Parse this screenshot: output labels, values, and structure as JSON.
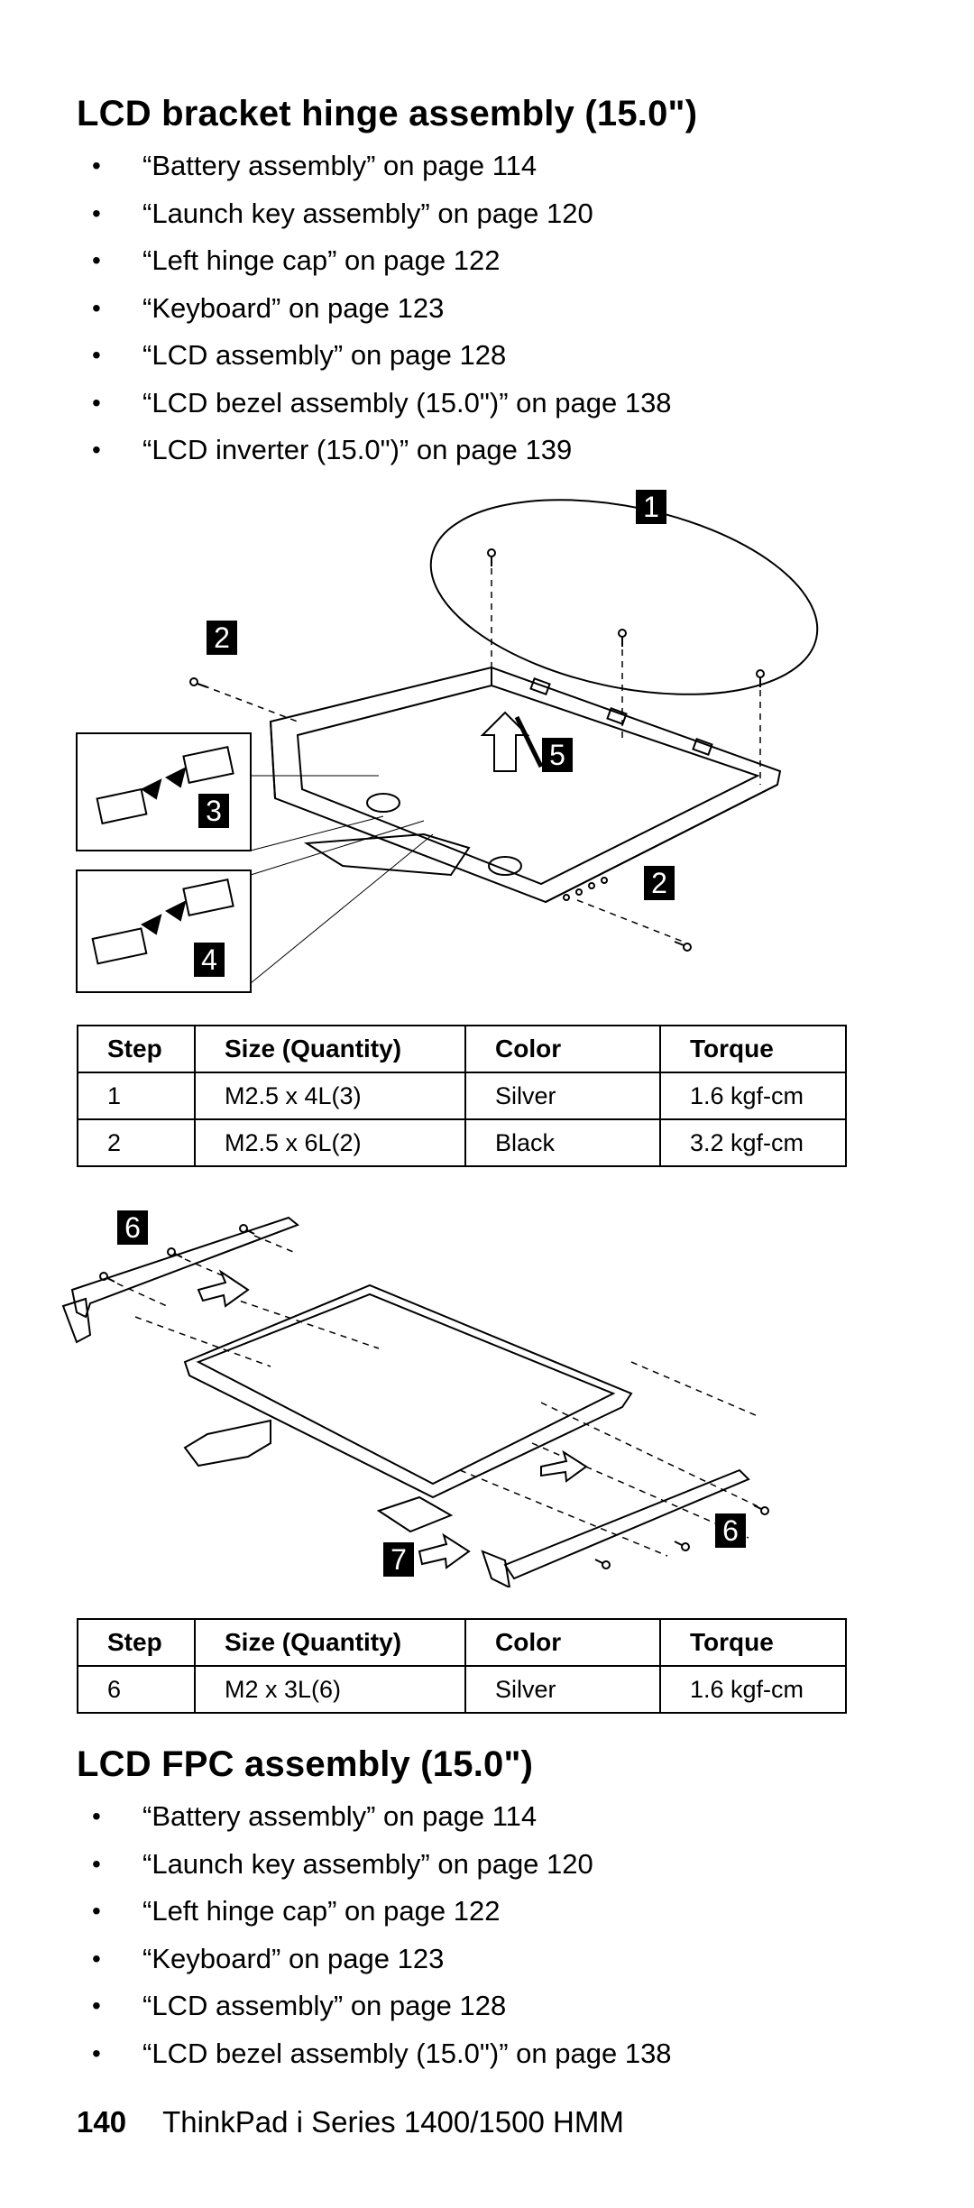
{
  "section1": {
    "title": "LCD bracket hinge assembly (15.0\")",
    "refs": [
      {
        "text": "“Battery assembly” on page",
        "page": "114"
      },
      {
        "text": "“Launch key assembly” on page",
        "page": "120"
      },
      {
        "text": "“Left hinge cap” on page",
        "page": "122"
      },
      {
        "text": "“Keyboard” on page",
        "page": "123"
      },
      {
        "text": "“LCD assembly” on page",
        "page": "128"
      },
      {
        "text": "“LCD bezel assembly (15.0\")” on page",
        "page": "138"
      },
      {
        "text": "“LCD inverter (15.0\")” on page",
        "page": "139"
      }
    ]
  },
  "figure1": {
    "callouts": [
      "1",
      "2",
      "3",
      "4",
      "5",
      "2"
    ]
  },
  "table1": {
    "headers": [
      "Step",
      "Size (Quantity)",
      "Color",
      "Torque"
    ],
    "rows": [
      [
        "1",
        "M2.5 x 4L(3)",
        "Silver",
        "1.6 kgf-cm"
      ],
      [
        "2",
        "M2.5 x 6L(2)",
        "Black",
        "3.2 kgf-cm"
      ]
    ]
  },
  "figure2": {
    "callouts": [
      "6",
      "6",
      "7"
    ]
  },
  "table2": {
    "headers": [
      "Step",
      "Size (Quantity)",
      "Color",
      "Torque"
    ],
    "rows": [
      [
        "6",
        "M2 x 3L(6)",
        "Silver",
        "1.6 kgf-cm"
      ]
    ]
  },
  "section2": {
    "title": "LCD FPC assembly (15.0\")",
    "refs": [
      {
        "text": "“Battery assembly” on page",
        "page": "114"
      },
      {
        "text": "“Launch key assembly” on page",
        "page": "120"
      },
      {
        "text": "“Left hinge cap” on page",
        "page": "122"
      },
      {
        "text": "“Keyboard” on page",
        "page": "123"
      },
      {
        "text": "“LCD assembly” on page",
        "page": "128"
      },
      {
        "text": "“LCD bezel assembly (15.0\")” on page",
        "page": "138"
      }
    ]
  },
  "footer": {
    "page_number": "140",
    "doc_title": "ThinkPad i Series 1400/1500 HMM"
  }
}
